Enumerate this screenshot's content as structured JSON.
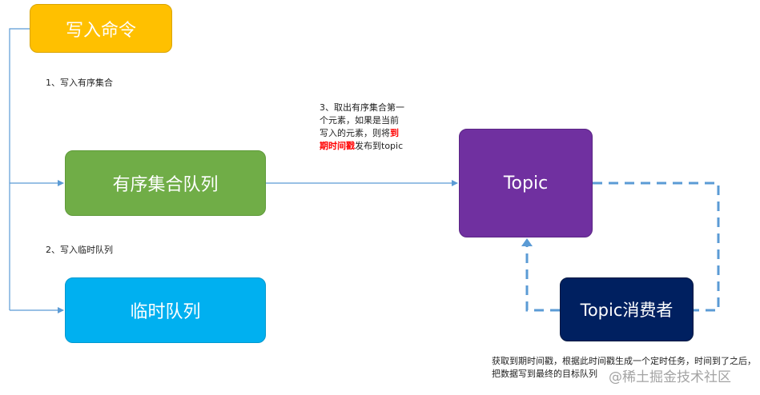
{
  "nodes": {
    "write_command": "写入命令",
    "sorted_set_queue": "有序集合队列",
    "temp_queue": "临时队列",
    "topic": "Topic",
    "topic_consumer": "Topic消费者"
  },
  "labels": {
    "step1": "1、写入有序集合",
    "step2": "2、写入临时队列",
    "step3_a": "3、取出有序集合第一个元素，如果是当前写入的元素，则将",
    "step3_red": "到期时间戳",
    "step3_b": "发布到topic",
    "consumer_note": "获取到期时间戳，根据此时间戳生成一个定时任务，时间到了之后，把数据写到最终的目标队列"
  },
  "watermark": "@稀土掘金技术社区",
  "colors": {
    "write_command": "#ffc000",
    "sorted_set_queue": "#70ad47",
    "temp_queue": "#00b0f0",
    "topic": "#7030a0",
    "topic_consumer": "#002060",
    "arrow_line": "#5b9bd5",
    "highlight_text": "#ff0000"
  }
}
